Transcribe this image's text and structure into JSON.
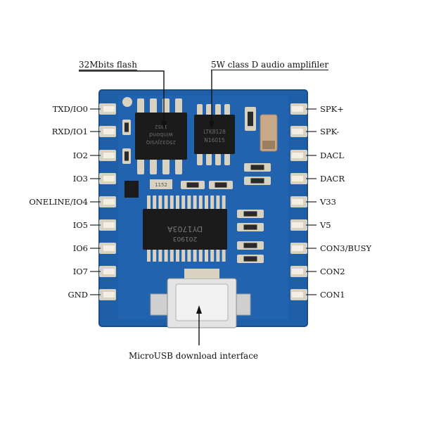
{
  "callouts": {
    "flash": "32Mbits flash",
    "amp": "5W class D audio amplifiler",
    "usb": "MicroUSB download interface"
  },
  "left_pins": [
    "TXD/IO0",
    "RXD/IO1",
    "IO2",
    "IO3",
    "ONELINE/IO4",
    "IO5",
    "IO6",
    "IO7",
    "GND"
  ],
  "right_pins": [
    "SPK+",
    "SPK-",
    "DACL",
    "DACR",
    "V33",
    "V5",
    "CON3/BUSY",
    "CON2",
    "CON1"
  ],
  "chips": {
    "flash_marking": [
      "winbond",
      "25Q32JVSIQ",
      "1952"
    ],
    "amp_marking": [
      "LTK8128",
      "N16015"
    ],
    "decoder_marking": [
      "DY1703A",
      "201903"
    ],
    "small_marking": "1152"
  },
  "colors": {
    "board": "#1f5fa8",
    "board_dark": "#174d8c",
    "pad": "#d9d2c0",
    "chip": "#1b1b1b",
    "text": "#111111"
  }
}
